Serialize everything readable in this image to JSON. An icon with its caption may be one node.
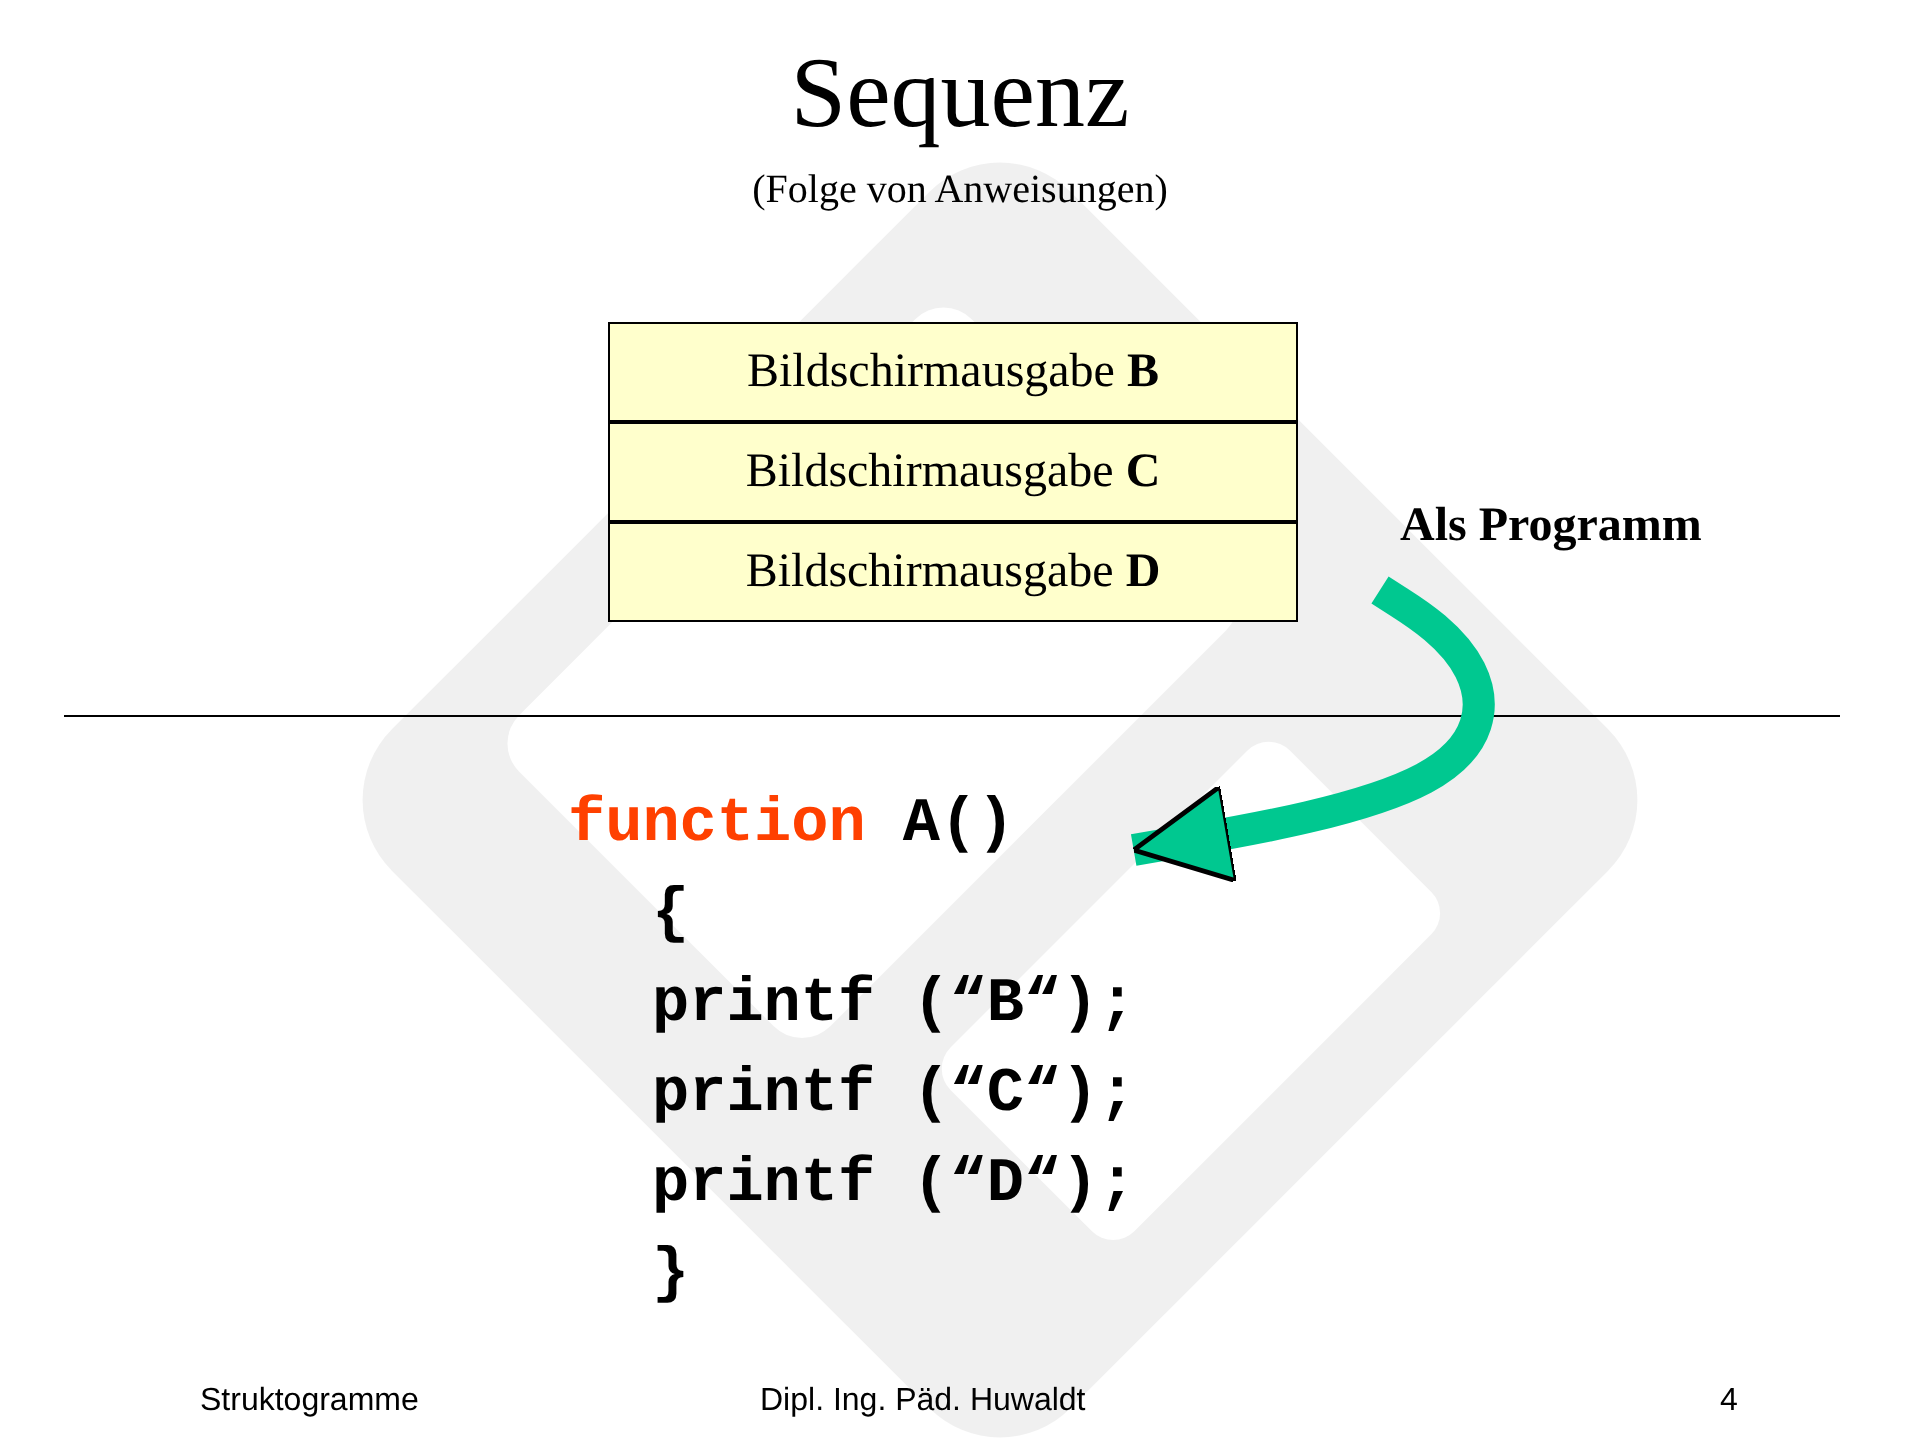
{
  "diagram": {
    "title": "Sequenz",
    "nodes": [
      {
        "text": [
          "Bildschirmausgabe **B**"
        ]
      },
      {
        "text": [
          "Bildschirmausgabe **C**"
        ]
      },
      {
        "text": [
          "Bildschirmausgabe **D**"
        ]
      },
      {
        "text": [
          "function A()",
          "{",
          "printf (“B“);",
          "printf (“C“);",
          "printf (“D“);",
          "}"
        ]
      }
    ],
    "edges": [
      {
        "from": null,
        "to": 3,
        "arrow": "to"
      }
    ],
    "labels": [
      "(Folge von Anweisungen)",
      "Als Programm",
      "Struktogramme",
      "Dipl. Ing. Päd. Huwaldt",
      "4"
    ]
  }
}
